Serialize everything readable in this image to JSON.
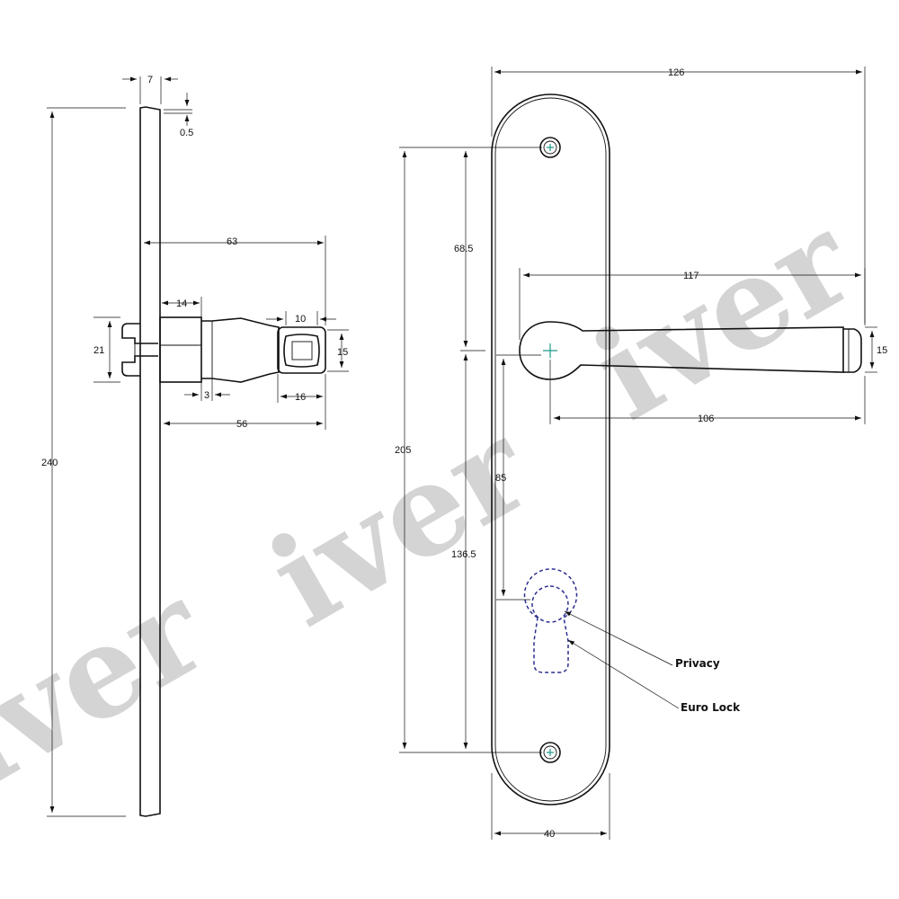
{
  "watermark": {
    "text": "iver"
  },
  "side_view": {
    "plate_thickness": "7",
    "offset": "0.5",
    "overall_height": "240",
    "projection": "63",
    "rose_length": "14",
    "spindle_square": "10",
    "spindle_size": "15",
    "rose_diameter": "21",
    "neck": "3",
    "grip_width": "16",
    "handle_projection": "56"
  },
  "front_view": {
    "overall_width": "126",
    "screw_centres": "205",
    "top_to_spindle": "68.5",
    "spindle_to_bottom": "136.5",
    "lever_length": "117",
    "lever_reach": "106",
    "lever_thickness": "15",
    "spindle_to_keyhole": "85",
    "plate_width": "40",
    "callouts": {
      "privacy": "Privacy",
      "euro_lock": "Euro Lock"
    },
    "colors": {
      "centre_mark": "#1e9a8a",
      "keyhole_outline": "#2c2f8f"
    }
  }
}
